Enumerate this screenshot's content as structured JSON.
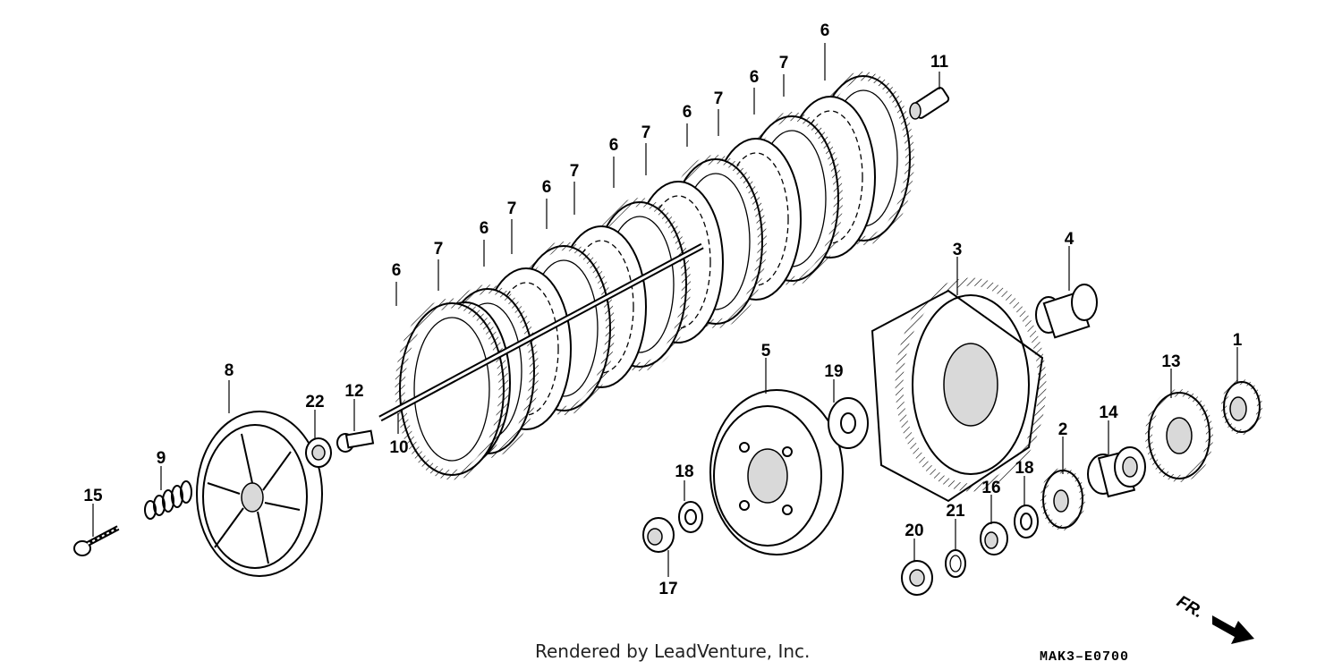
{
  "diagram": {
    "callouts": [
      "1",
      "2",
      "3",
      "4",
      "5",
      "6",
      "7",
      "8",
      "9",
      "10",
      "11",
      "12",
      "13",
      "14",
      "15",
      "16",
      "17",
      "18",
      "19",
      "20",
      "21",
      "22"
    ],
    "credit": "Rendered by LeadVenture, Inc.",
    "figure_code": "MAK3–E0700",
    "direction_label": "FR."
  }
}
